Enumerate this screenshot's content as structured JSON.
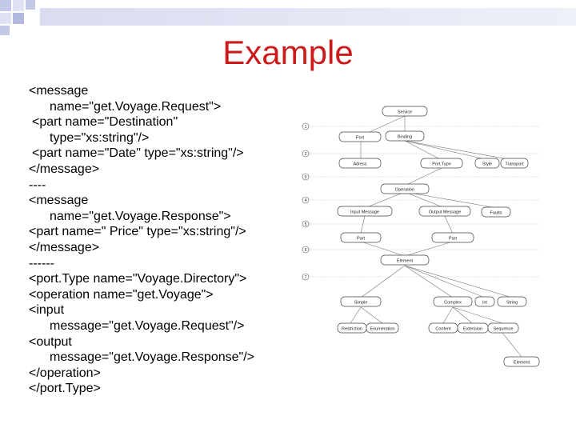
{
  "slide": {
    "title": "Example",
    "code_lines": [
      {
        "text": "<message",
        "indent": 0
      },
      {
        "text": "name=\"get.Voyage.Request\">",
        "indent": 2
      },
      {
        "text": " <part name=\"Destination\"",
        "indent": 1
      },
      {
        "text": "type=\"xs:string\"/>",
        "indent": 2
      },
      {
        "text": " <part name=\"Date\" type=\"xs:string\"/>",
        "indent": 1
      },
      {
        "text": "</message>",
        "indent": 0
      },
      {
        "text": "----",
        "indent": 0
      },
      {
        "text": "<message",
        "indent": 0
      },
      {
        "text": "name=\"get.Voyage.Response\">",
        "indent": 2
      },
      {
        "text": "<part name=\" Price\" type=\"xs:string\"/>",
        "indent": 0
      },
      {
        "text": "</message>",
        "indent": 0
      },
      {
        "text": "------",
        "indent": 0
      },
      {
        "text": "<port.Type name=\"Voyage.Directory\">",
        "indent": 0
      },
      {
        "text": "<operation name=\"get.Voyage\">",
        "indent": 0
      },
      {
        "text": "<input",
        "indent": 0
      },
      {
        "text": "message=\"get.Voyage.Request\"/>",
        "indent": 2
      },
      {
        "text": "<output",
        "indent": 0
      },
      {
        "text": "message=\"get.Voyage.Response\"/>",
        "indent": 2
      },
      {
        "text": "</operation>",
        "indent": 0
      },
      {
        "text": "</port.Type>",
        "indent": 0
      }
    ]
  },
  "diagram": {
    "level_markers": [
      "1",
      "2",
      "3",
      "4",
      "5",
      "6",
      "7"
    ],
    "nodes": {
      "service": "Service",
      "port": "Port",
      "binding": "Binding",
      "address": "Adress",
      "port_type": "Port.Type",
      "style": "Style",
      "transport": "Transport",
      "operation": "Operation",
      "input_message": "Input Message",
      "output_message": "Output Message",
      "faults": "Faults",
      "part1": "Part",
      "part2": "Part",
      "element": "Element",
      "simple": "Simple",
      "complex": "Complex",
      "int": "int",
      "string": "String",
      "restriction": "Restriction",
      "enumeration": "Enumeration",
      "content": "Content",
      "extension": "Extension",
      "sequence": "Sequence",
      "element_bottom": "Element"
    }
  }
}
